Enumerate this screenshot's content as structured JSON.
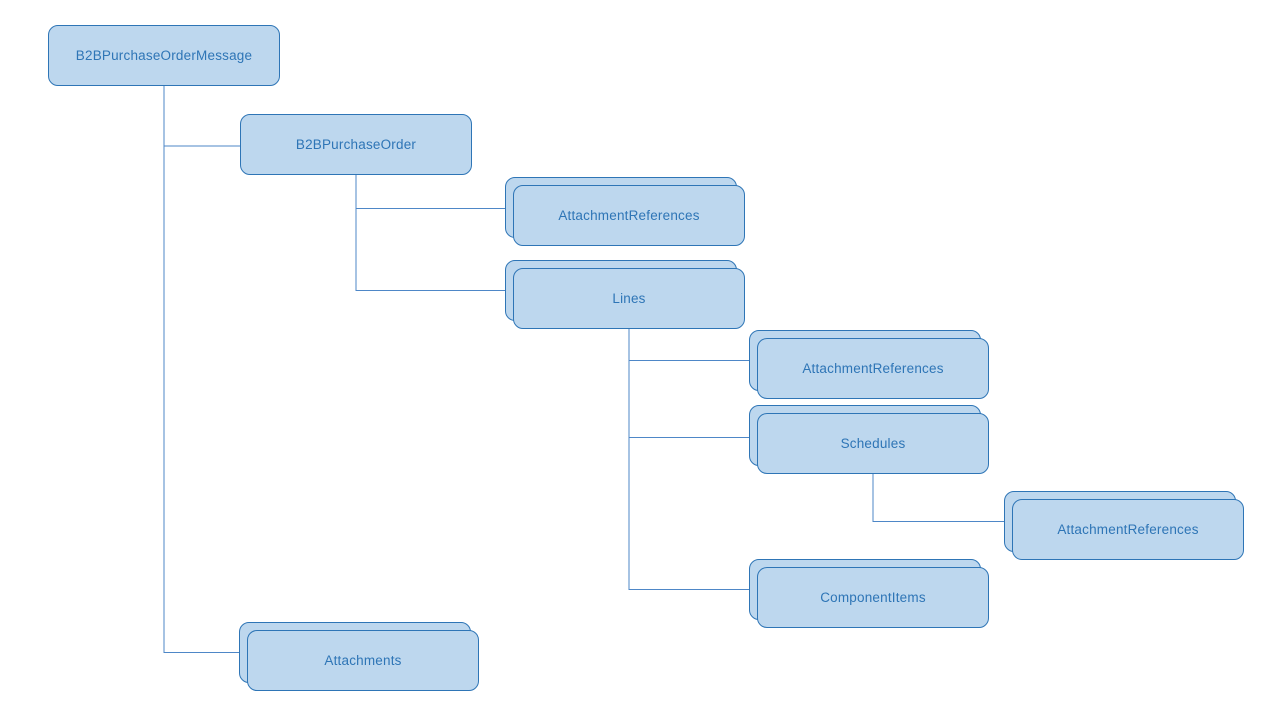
{
  "colors": {
    "fill": "#BDD7EE",
    "border": "#2E75B6",
    "text": "#2E75B6",
    "connector": "#4E87C7",
    "background": "#FFFFFF"
  },
  "diagram": {
    "type": "hierarchy-tree",
    "nodes": [
      {
        "label": "B2BPurchaseOrderMessage",
        "multiple": false,
        "parent": null
      },
      {
        "label": "B2BPurchaseOrder",
        "multiple": false,
        "parent": "B2BPurchaseOrderMessage"
      },
      {
        "label": "AttachmentReferences",
        "multiple": true,
        "parent": "B2BPurchaseOrder"
      },
      {
        "label": "Lines",
        "multiple": true,
        "parent": "B2BPurchaseOrder"
      },
      {
        "label": "AttachmentReferences",
        "multiple": true,
        "parent": "Lines"
      },
      {
        "label": "Schedules",
        "multiple": true,
        "parent": "Lines"
      },
      {
        "label": "AttachmentReferences",
        "multiple": true,
        "parent": "Schedules"
      },
      {
        "label": "ComponentItems",
        "multiple": true,
        "parent": "Lines"
      },
      {
        "label": "Attachments",
        "multiple": true,
        "parent": "B2BPurchaseOrderMessage"
      }
    ]
  }
}
